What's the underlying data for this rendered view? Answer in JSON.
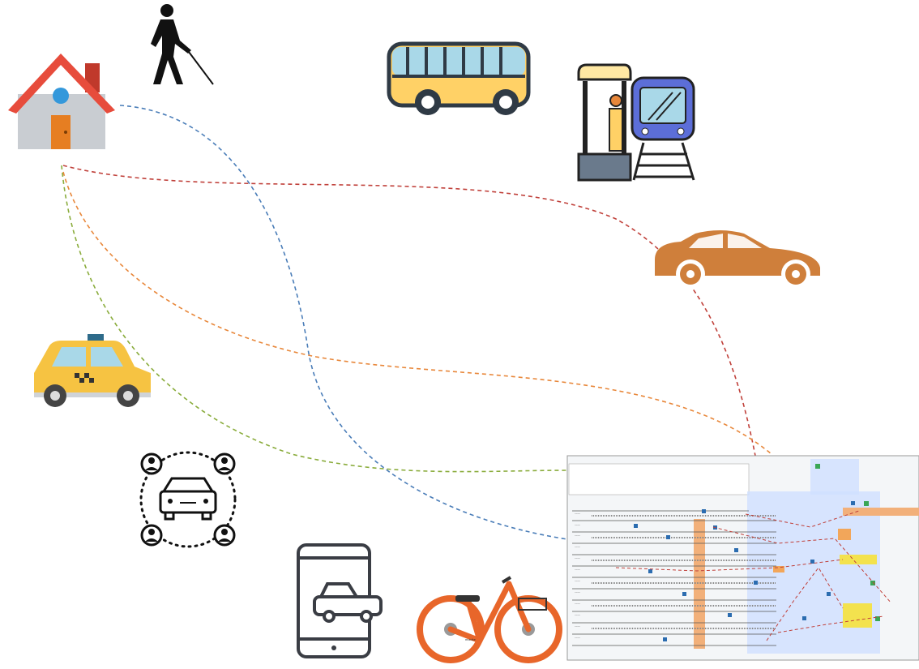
{
  "diagram": {
    "nodes": [
      {
        "id": "home",
        "icon": "house-icon"
      },
      {
        "id": "walk",
        "icon": "pedestrian-with-cane-icon"
      },
      {
        "id": "bus",
        "icon": "bus-icon"
      },
      {
        "id": "train",
        "icon": "train-station-icon"
      },
      {
        "id": "car",
        "icon": "car-icon"
      },
      {
        "id": "taxi",
        "icon": "taxi-icon"
      },
      {
        "id": "carpool",
        "icon": "carpool-icon"
      },
      {
        "id": "ridehail",
        "icon": "ride-hailing-app-icon"
      },
      {
        "id": "bike",
        "icon": "bike-share-icon"
      },
      {
        "id": "station",
        "icon": "station-floor-plan"
      }
    ],
    "edges": [
      {
        "from": "home",
        "to": "station",
        "color": "#4a7db8"
      },
      {
        "from": "home",
        "to": "station",
        "color": "#c0403a"
      },
      {
        "from": "home",
        "to": "station",
        "color": "#e8873a"
      },
      {
        "from": "home",
        "to": "station",
        "color": "#8aac3c"
      }
    ]
  }
}
